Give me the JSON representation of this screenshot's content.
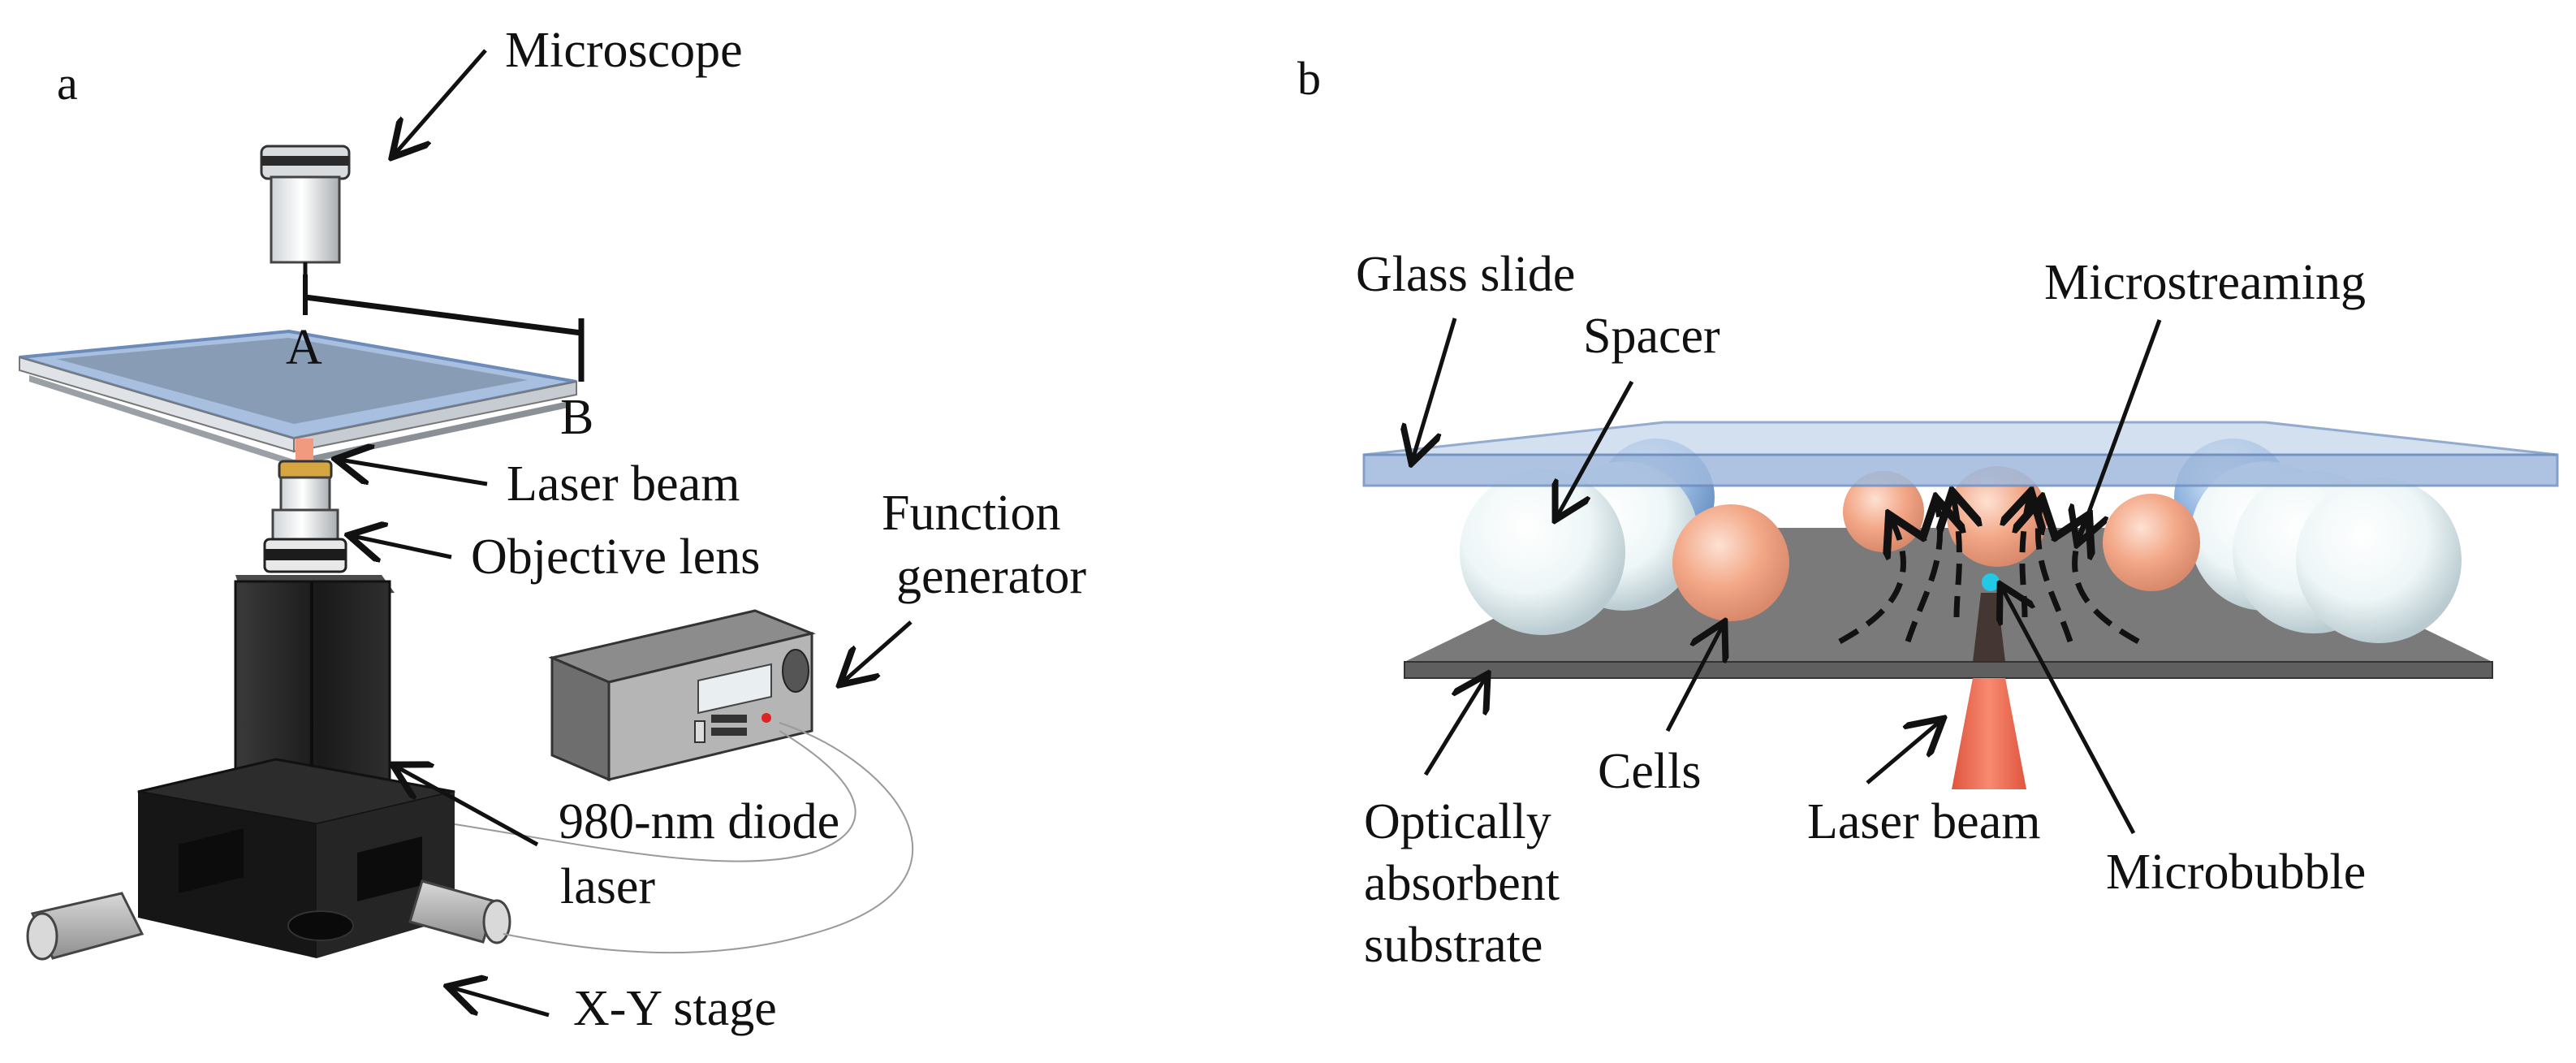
{
  "colors": {
    "glass": "#9fb9dc",
    "glass_edge": "#6f8fbf",
    "substrate": "#7a7a7a",
    "cell": "#f3a888",
    "spacer": "#eef6f7",
    "laser": "#ef6a4f",
    "microbubble": "#22c8e6",
    "device_dark": "#1f1f1f",
    "function_generator": "#a8a8a8"
  },
  "icons": [
    "microscope-eyepiece-icon",
    "objective-lens-icon",
    "diode-laser-icon",
    "xy-stage-icon",
    "function-generator-icon"
  ],
  "panel_a": {
    "label": "a",
    "labels": {
      "microscope": "Microscope",
      "point_a": "A",
      "point_b": "B",
      "laser_beam": "Laser beam",
      "objective_lens": "Objective lens",
      "function_generator_line1": "Function",
      "function_generator_line2": "generator",
      "diode_laser_line1": "980-nm diode",
      "diode_laser_line2": "laser",
      "xy_stage": "X-Y stage"
    }
  },
  "panel_b": {
    "label": "b",
    "labels": {
      "glass_slide": "Glass slide",
      "spacer": "Spacer",
      "microstreaming": "Microstreaming",
      "cells": "Cells",
      "substrate_line1": "Optically",
      "substrate_line2": "absorbent",
      "substrate_line3": "substrate",
      "laser_beam": "Laser beam",
      "microbubble": "Microbubble"
    }
  }
}
